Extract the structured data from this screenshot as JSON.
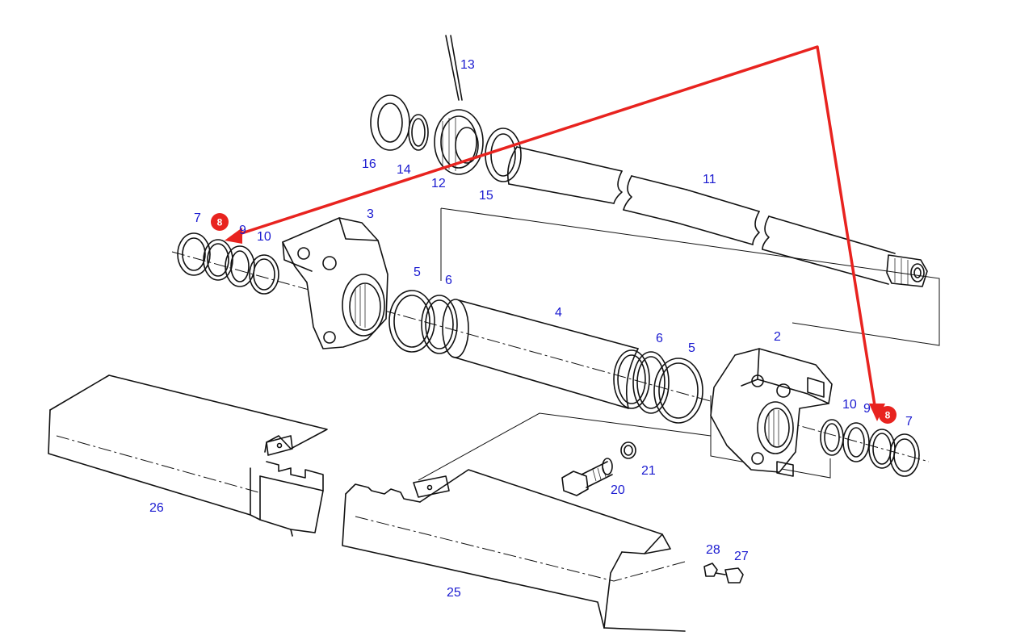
{
  "labels": {
    "p2": "2",
    "p3": "3",
    "p4": "4",
    "p5a": "5",
    "p5b": "5",
    "p6a": "6",
    "p6b": "6",
    "p7a": "7",
    "p7b": "7",
    "p9a": "9",
    "p9b": "9",
    "p10a": "10",
    "p10b": "10",
    "p11": "11",
    "p12": "12",
    "p13": "13",
    "p14": "14",
    "p15": "15",
    "p16": "16",
    "p20": "20",
    "p21": "21",
    "p25": "25",
    "p26": "26",
    "p27": "27",
    "p28": "28"
  },
  "highlight": {
    "part": "8",
    "color": "#e8231f",
    "badges": [
      "8",
      "8"
    ]
  },
  "colors": {
    "label": "#1a1ad0",
    "line": "#111111",
    "highlight": "#e8231f"
  }
}
